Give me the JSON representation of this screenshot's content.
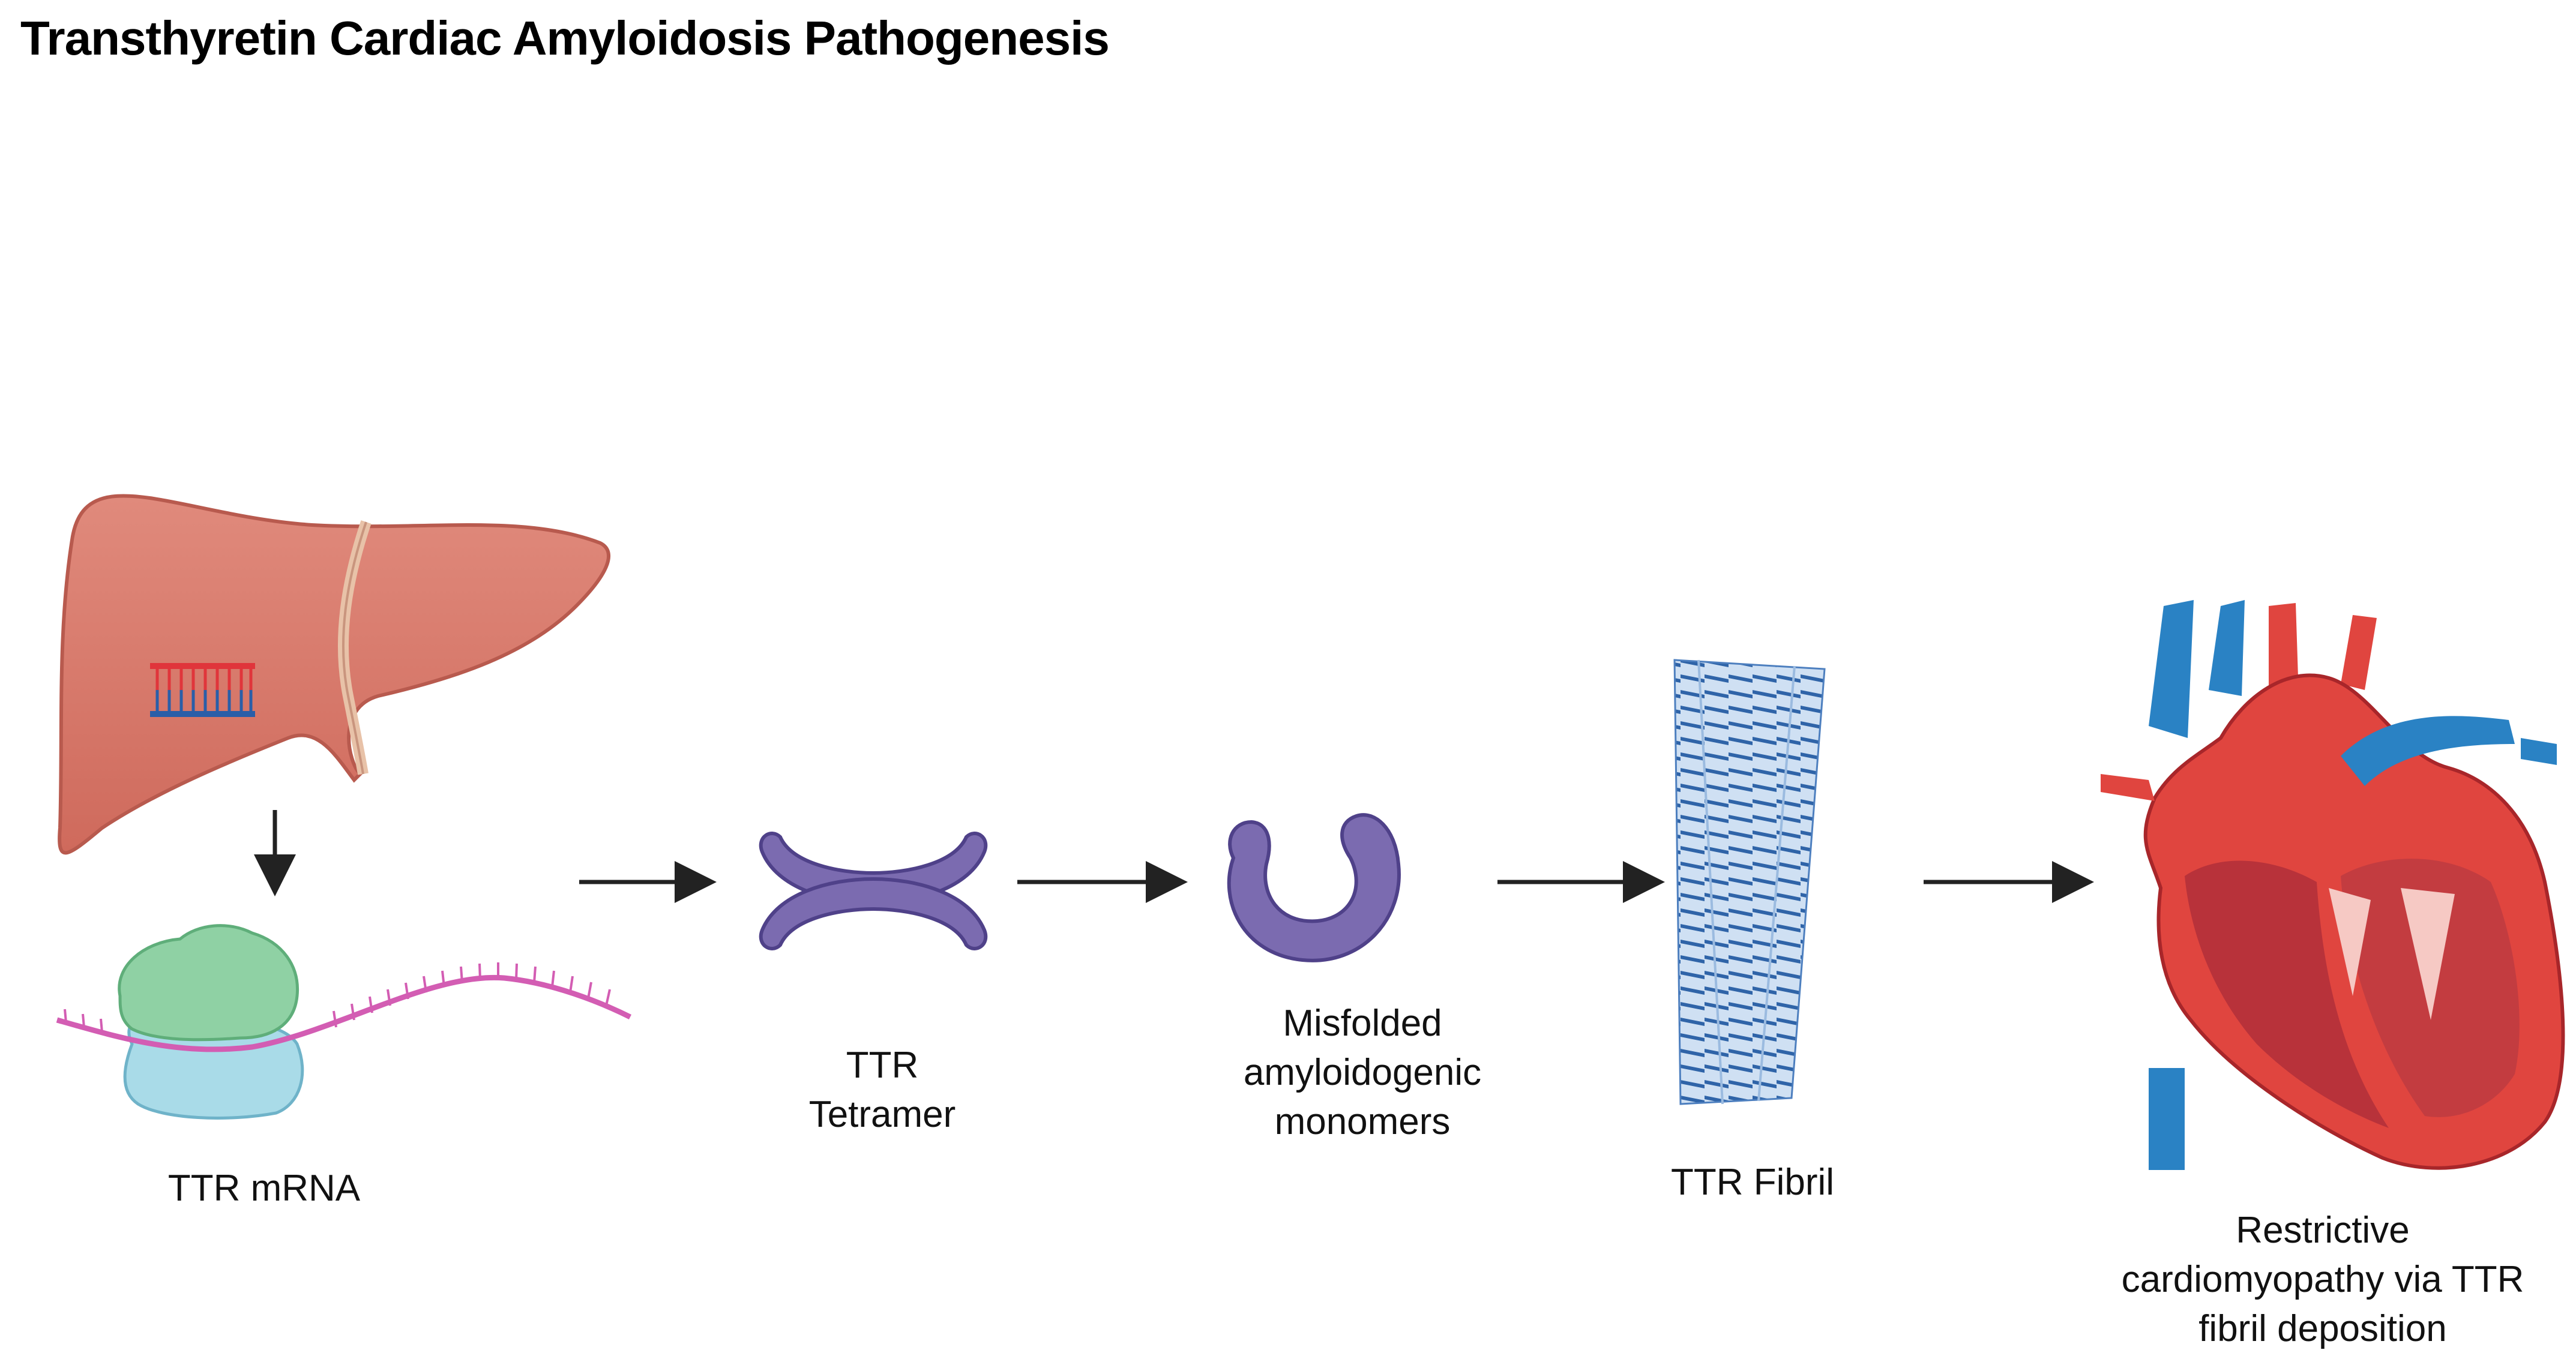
{
  "title": "Transthyretin Cardiac Amyloidosis Pathogenesis",
  "labels": {
    "mrna": "TTR mRNA",
    "tetramer": [
      "TTR",
      "Tetramer"
    ],
    "monomers": [
      "Misfolded",
      "amyloidogenic",
      "monomers"
    ],
    "fibril": "TTR Fibril",
    "heart": [
      "Restrictive",
      "cardiomyopathy via TTR",
      "fibril deposition"
    ]
  },
  "colors": {
    "liver": "#d9796b",
    "liver_outline": "#b85a4e",
    "protein": "#7b6bb0",
    "fibril": "#3b6fb3",
    "heart_red": "#e0453f",
    "heart_blue": "#2a82c4",
    "mrna": "#d35db3",
    "ribosome_green": "#8fd1a4",
    "ribosome_blue": "#a9dbe8"
  },
  "icons": [
    "liver-icon",
    "dna-icon",
    "ribosome-icon",
    "tetramer-icon",
    "monomer-icon",
    "fibril-icon",
    "heart-icon",
    "arrow-icon"
  ]
}
